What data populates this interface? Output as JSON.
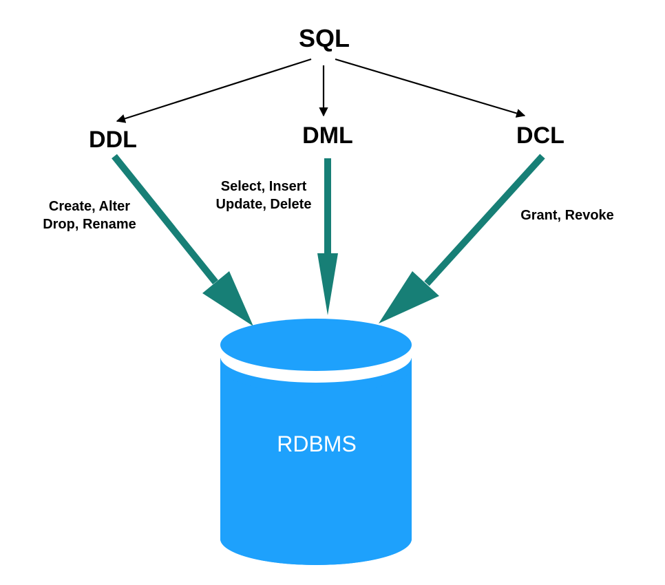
{
  "root": {
    "label": "SQL"
  },
  "categories": [
    {
      "id": "ddl",
      "label": "DDL",
      "operations": [
        "Create, Alter",
        "Drop, Rename"
      ]
    },
    {
      "id": "dml",
      "label": "DML",
      "operations": [
        "Select, Insert",
        "Update, Delete"
      ]
    },
    {
      "id": "dcl",
      "label": "DCL",
      "operations": [
        "Grant, Revoke"
      ]
    }
  ],
  "database": {
    "label": "RDBMS"
  },
  "colors": {
    "thin_arrow": "#000000",
    "thick_arrow": "#177f76",
    "database_fill": "#1ea1fc",
    "database_separator": "#ffffff",
    "text": "#000000",
    "database_text": "#ffffff"
  }
}
